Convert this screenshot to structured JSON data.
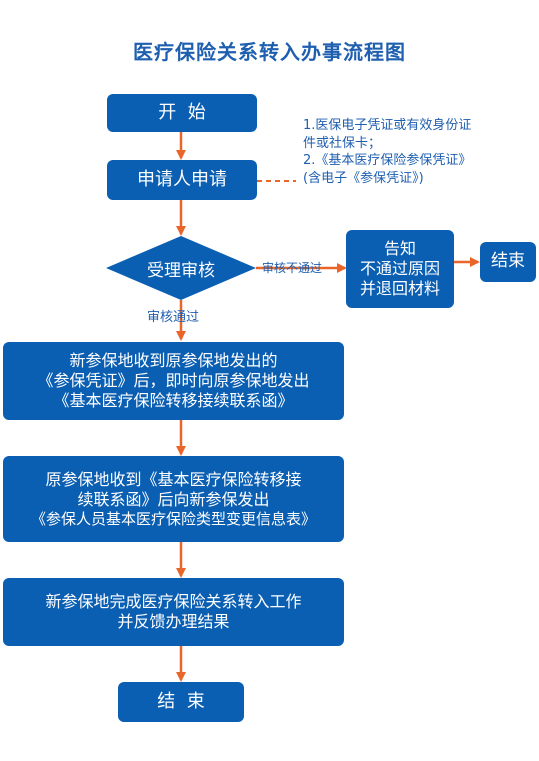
{
  "title": "医疗保险关系转入办事流程图",
  "nodes": {
    "start": "开  始",
    "apply": "申请人申请",
    "review": "受理审核",
    "notify": [
      "告知",
      "不通过原因",
      "并退回材料"
    ],
    "end_side": "结束",
    "step1": [
      "新参保地收到原参保地发出的",
      "《参保凭证》后，即时向原参保地发出",
      "《基本医疗保险转移接续联系函》"
    ],
    "step2": [
      "原参保地收到《基本医疗保险转移接",
      "续联系函》后向新参保发出",
      "《参保人员基本医疗保险类型变更信息表》"
    ],
    "step3": [
      "新参保地完成医疗保险关系转入工作",
      "并反馈办理结果"
    ],
    "end": "结  束"
  },
  "notes": {
    "materials": [
      "1.医保电子凭证或有效身份证",
      "件或社保卡；",
      "2.《基本医疗保险参保凭证》",
      "(含电子《参保凭证》)"
    ]
  },
  "edge_labels": {
    "reject": "审核不通过",
    "approve": "审核通过"
  },
  "colors": {
    "box": "#0b5fb3",
    "arrow": "#e8662a",
    "title": "#1f5fb0"
  }
}
